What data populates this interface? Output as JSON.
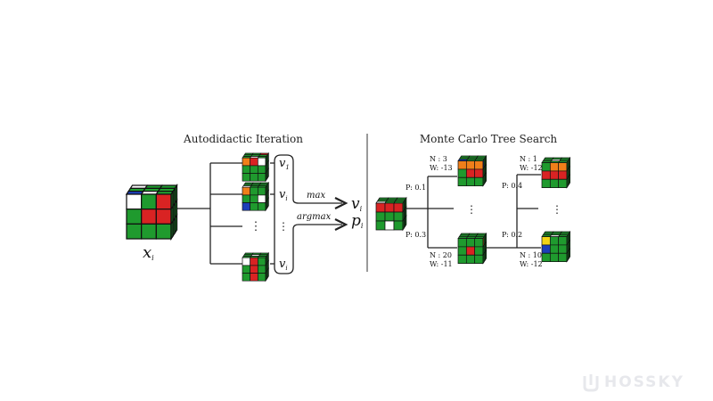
{
  "left_panel": {
    "title": "Autodidactic Iteration",
    "input_label": "x",
    "input_sub": "i",
    "box_labels": [
      {
        "v": "v",
        "s": "1"
      },
      {
        "v": "v",
        "s": "i"
      },
      {
        "v": "v",
        "s": "i"
      }
    ],
    "box_ellipsis": "⋮",
    "ellipsis": "⋮",
    "op_max": "max",
    "op_argmax": "argmax",
    "out_v": "v",
    "out_v_sub": "i",
    "out_p": "p",
    "out_p_sub": "i"
  },
  "right_panel": {
    "title": "Monte Carlo Tree Search",
    "p_top_1": "P: 0.1",
    "p_bot_1": "P: 0.3",
    "n_top_1": "N : 3",
    "w_top_1": "W: -13",
    "n_bot_1": "N : 20",
    "w_bot_1": "W: -11",
    "p_top_2": "P: 0.4",
    "p_bot_2": "P: 0.2",
    "n_top_2": "N : 1",
    "w_top_2": "W: -12",
    "n_bot_2": "N : 10",
    "w_bot_2": "W: -12",
    "ellipsis": "⋮"
  },
  "colors": {
    "green": "#1f9a2e",
    "red": "#d92323",
    "orange": "#f07f1a",
    "blue": "#1c3fb8",
    "white": "#ffffff",
    "yellow": "#f2d415"
  },
  "cubes": {
    "main": {
      "top": [
        "W",
        "G",
        "G",
        "G",
        "G",
        "G",
        "B",
        "W",
        "G"
      ],
      "front": [
        "W",
        "G",
        "R",
        "G",
        "R",
        "R",
        "G",
        "G",
        "G"
      ],
      "side": [
        "G",
        "G",
        "G",
        "G",
        "G",
        "G",
        "G",
        "G",
        "G"
      ]
    },
    "c1": {
      "top": [
        "G",
        "G",
        "R",
        "G",
        "G",
        "G",
        "G",
        "W",
        "G"
      ],
      "front": [
        "O",
        "R",
        "W",
        "G",
        "G",
        "G",
        "G",
        "G",
        "G"
      ],
      "side": [
        "G",
        "G",
        "G",
        "G",
        "G",
        "G",
        "G",
        "G",
        "G"
      ]
    },
    "c2": {
      "top": [
        "G",
        "G",
        "G",
        "G",
        "G",
        "G",
        "W",
        "G",
        "G"
      ],
      "front": [
        "O",
        "G",
        "G",
        "G",
        "G",
        "W",
        "B",
        "G",
        "G"
      ],
      "side": [
        "G",
        "G",
        "G",
        "G",
        "G",
        "G",
        "G",
        "G",
        "G"
      ]
    },
    "c3": {
      "top": [
        "G",
        "G",
        "G",
        "G",
        "W",
        "G",
        "G",
        "G",
        "G"
      ],
      "front": [
        "W",
        "R",
        "G",
        "G",
        "R",
        "G",
        "G",
        "R",
        "G"
      ],
      "side": [
        "G",
        "G",
        "G",
        "G",
        "G",
        "G",
        "G",
        "G",
        "G"
      ]
    },
    "m0": {
      "top": [
        "G",
        "G",
        "G",
        "G",
        "G",
        "G",
        "W",
        "G",
        "G"
      ],
      "front": [
        "R",
        "R",
        "R",
        "G",
        "G",
        "G",
        "G",
        "W",
        "G"
      ],
      "side": [
        "G",
        "G",
        "G",
        "G",
        "G",
        "G",
        "G",
        "G",
        "G"
      ]
    },
    "m1": {
      "top": [
        "G",
        "G",
        "G",
        "G",
        "G",
        "G",
        "B",
        "G",
        "G"
      ],
      "front": [
        "O",
        "O",
        "O",
        "G",
        "R",
        "R",
        "G",
        "G",
        "G"
      ],
      "side": [
        "B",
        "G",
        "G",
        "G",
        "G",
        "G",
        "G",
        "G",
        "G"
      ]
    },
    "m2": {
      "top": [
        "G",
        "G",
        "G",
        "G",
        "W",
        "G",
        "G",
        "G",
        "G"
      ],
      "front": [
        "G",
        "O",
        "O",
        "R",
        "R",
        "R",
        "G",
        "G",
        "G"
      ],
      "side": [
        "G",
        "G",
        "G",
        "G",
        "G",
        "G",
        "G",
        "G",
        "G"
      ]
    },
    "m3": {
      "top": [
        "G",
        "G",
        "G",
        "G",
        "G",
        "G",
        "G",
        "G",
        "G"
      ],
      "front": [
        "G",
        "G",
        "G",
        "G",
        "R",
        "G",
        "G",
        "G",
        "G"
      ],
      "side": [
        "O",
        "G",
        "G",
        "G",
        "G",
        "G",
        "G",
        "G",
        "G"
      ]
    },
    "m4": {
      "top": [
        "G",
        "G",
        "G",
        "G",
        "G",
        "G",
        "G",
        "W",
        "G"
      ],
      "front": [
        "Y",
        "G",
        "G",
        "B",
        "G",
        "G",
        "G",
        "G",
        "G"
      ],
      "side": [
        "G",
        "G",
        "G",
        "G",
        "G",
        "G",
        "G",
        "G",
        "G"
      ]
    }
  },
  "watermark": "HOSSKY"
}
